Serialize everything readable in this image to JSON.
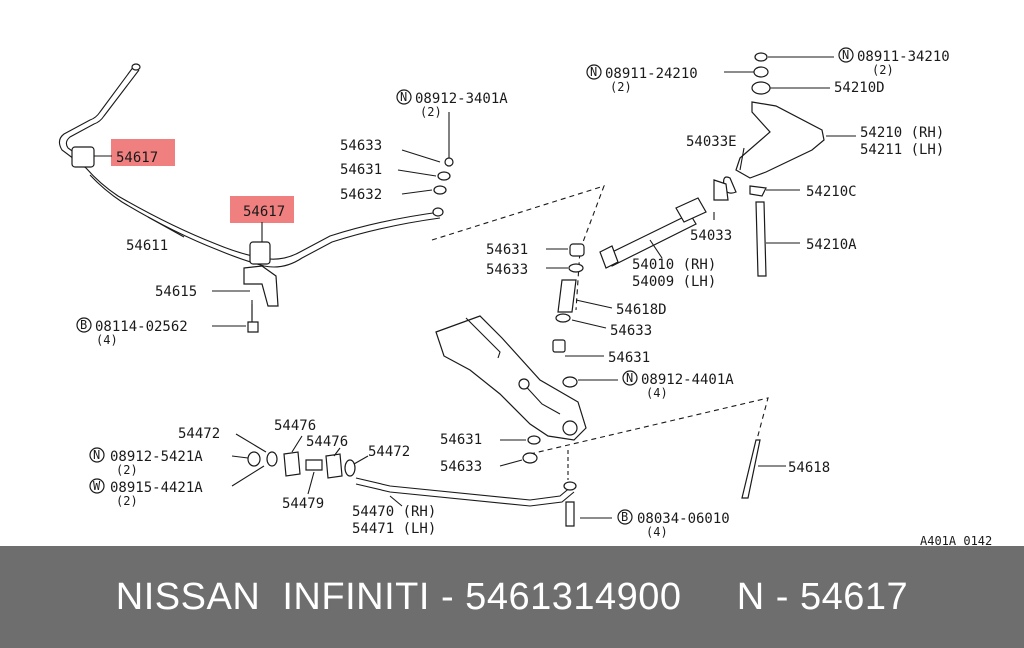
{
  "diagram": {
    "label_54617_a": "54617",
    "label_54617_b": "54617",
    "label_54611": "54611",
    "label_54615": "54615",
    "label_08114": "08114-02562",
    "qty_08114": "(4)",
    "label_08912_3401A": "08912-3401A",
    "qty_08912_3401A": "(2)",
    "label_54633_top": "54633",
    "label_54631_top": "54631",
    "label_54632": "54632",
    "label_08911_34210": "08911-34210",
    "qty_08911_34210": "(2)",
    "label_08911_24210": "08911-24210",
    "qty_08911_24210": "(2)",
    "label_54210D": "54210D",
    "label_54033E": "54033E",
    "label_54210_rh": "54210 (RH)",
    "label_54211_lh": "54211 (LH)",
    "label_54210C": "54210C",
    "label_54033": "54033",
    "label_54210A": "54210A",
    "label_54631_mid": "54631",
    "label_54633_mid": "54633",
    "label_54010_rh": "54010 (RH)",
    "label_54009_lh": "54009 (LH)",
    "label_54618D": "54618D",
    "label_54633_low": "54633",
    "label_54631_low": "54631",
    "label_08912_4401A": "08912-4401A",
    "qty_08912_4401A": "(4)",
    "label_54472_a": "54472",
    "label_54476_a": "54476",
    "label_54476_b": "54476",
    "label_54472_b": "54472",
    "label_08912_5421A": "08912-5421A",
    "qty_08912_5421A": "(2)",
    "label_08915_4421A": "08915-4421A",
    "qty_08915_4421A": "(2)",
    "label_54479": "54479",
    "label_54470_rh": "54470 (RH)",
    "label_54471_lh": "54471 (LH)",
    "label_54631_bot": "54631",
    "label_54633_bot": "54633",
    "label_54618": "54618",
    "label_08034": "08034-06010",
    "qty_08034": "(4)",
    "ref_code": "A401A 0142",
    "badge_N": "N",
    "badge_B": "B",
    "badge_W": "W",
    "highlight_color": "#f08080"
  },
  "footer": {
    "text": "NISSAN  INFINITI - 5461314900     N - 54617"
  }
}
